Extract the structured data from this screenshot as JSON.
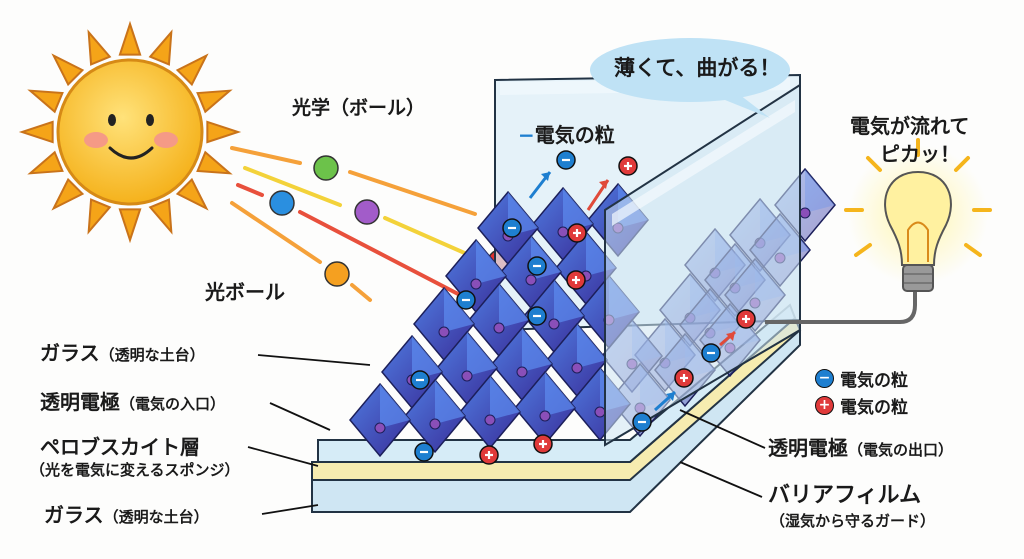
{
  "bubble": {
    "text": "薄くて、曲がる！"
  },
  "labels": {
    "light_ball_title": "光学（ボール）",
    "light_ball": "光ボール",
    "electron_top": "電気の粒",
    "electron_top_sign": "−",
    "bulb_line1": "電気が流れて",
    "bulb_line2": "ピカッ！",
    "glass_top_main": "ガラス",
    "glass_top_sub": "（透明な土台）",
    "electrode_in_main": "透明電極",
    "electrode_in_sub": "（電気の入口）",
    "perovskite_main": "ペロブスカイト層",
    "perovskite_sub": "（光を電気に変えるスポンジ）",
    "glass_bottom_main": "ガラス",
    "glass_bottom_sub": "（透明な土台）",
    "electrode_out_main": "透明電極",
    "electrode_out_sub": "（電気の出口）",
    "barrier_main": "バリアフィルム",
    "barrier_sub": "（湿気から守るガード）"
  },
  "legend": [
    {
      "sign": "−",
      "label": "電気の粒",
      "color": "#1e7fd0"
    },
    {
      "sign": "+",
      "label": "電気の粒",
      "color": "#e03a3a"
    }
  ],
  "colors": {
    "sun": "#f9c42a",
    "crystal": "#3d55c9",
    "glass": "#cfe6f3",
    "perovskite": "#f6ecb0",
    "bubble": "#bfe2f5"
  }
}
